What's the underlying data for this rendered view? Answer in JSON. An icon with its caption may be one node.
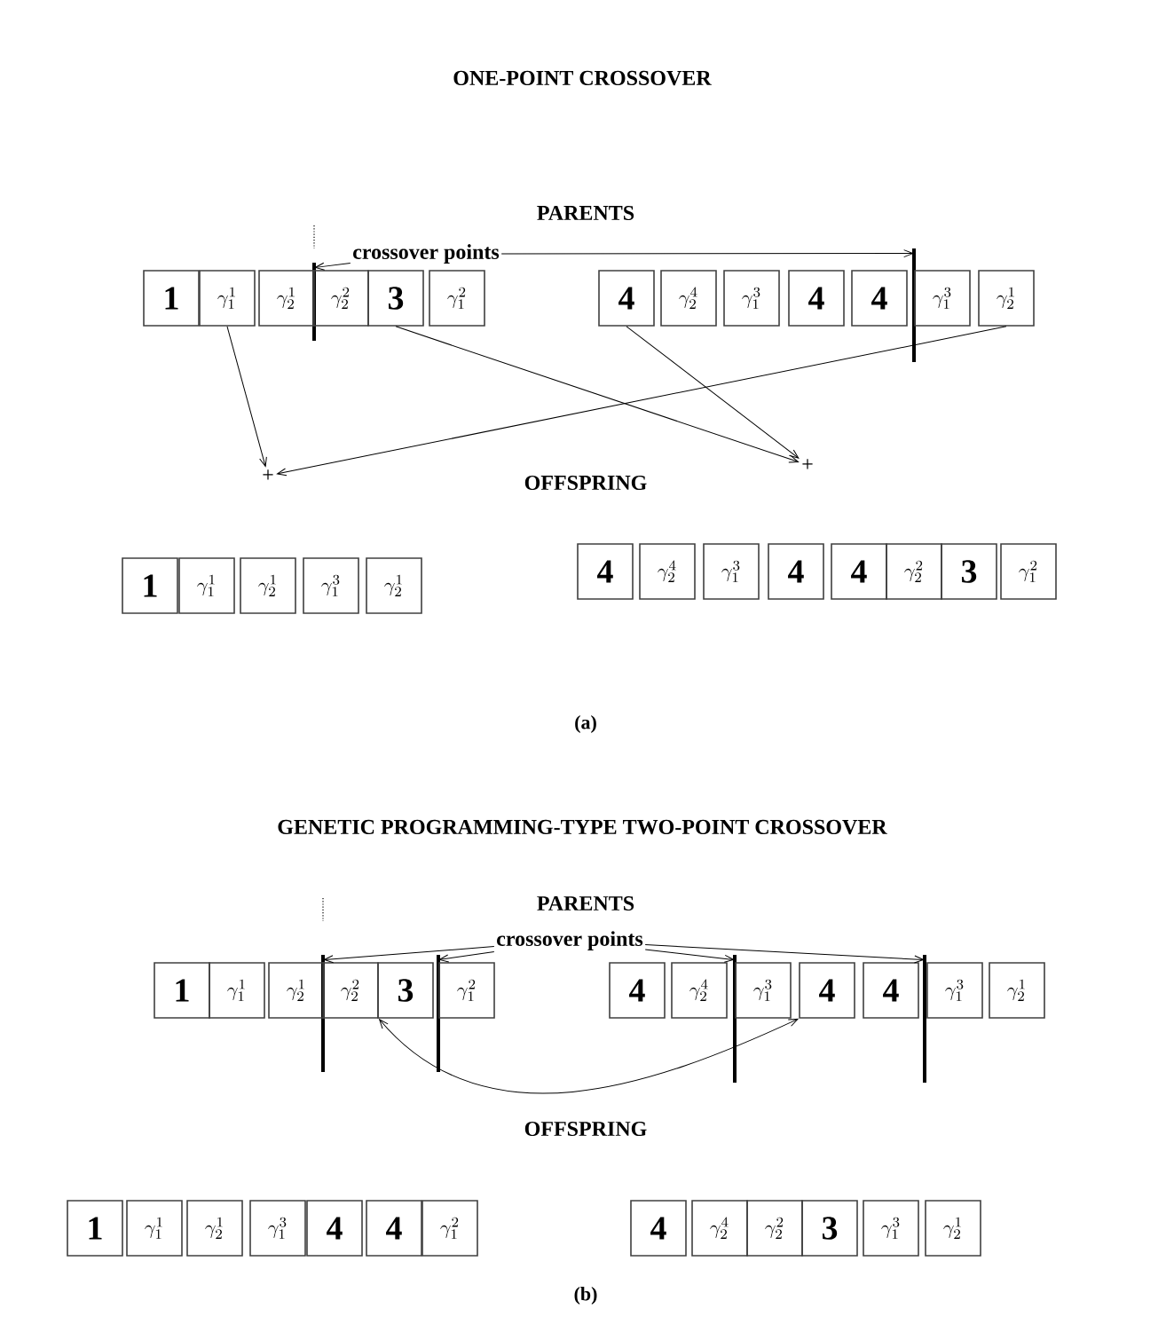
{
  "diagram": {
    "nodes": [
      {
        "text": [
          "crossover points"
        ]
      },
      {
        "text": [],
        "shape": "bar"
      },
      {
        "text": [],
        "shape": "bar"
      },
      {
        "text": [
          "1"
        ]
      },
      {
        "text": [
          "\\gamma^{1}_{1}"
        ]
      },
      {
        "text": [
          "\\gamma^{1}_{2}"
        ]
      },
      {
        "text": [
          "\\gamma^{2}_{2}"
        ]
      },
      {
        "text": [
          "3"
        ]
      },
      {
        "text": [
          "\\gamma^{2}_{1}"
        ]
      },
      {
        "text": [
          "4"
        ]
      },
      {
        "text": [
          "\\gamma^{4}_{2}"
        ]
      },
      {
        "text": [
          "\\gamma^{3}_{1}"
        ]
      },
      {
        "text": [
          "4"
        ]
      },
      {
        "text": [
          "4"
        ]
      },
      {
        "text": [
          "\\gamma^{3}_{1}"
        ]
      },
      {
        "text": [
          "\\gamma^{1}_{2}"
        ]
      },
      {
        "text": [
          "+"
        ]
      },
      {
        "text": [
          "+"
        ]
      },
      {
        "text": [
          "1"
        ]
      },
      {
        "text": [
          "\\gamma^{1}_{1}"
        ]
      },
      {
        "text": [
          "\\gamma^{1}_{2}"
        ]
      },
      {
        "text": [
          "\\gamma^{3}_{1}"
        ]
      },
      {
        "text": [
          "\\gamma^{1}_{2}"
        ]
      },
      {
        "text": [
          "4"
        ]
      },
      {
        "text": [
          "\\gamma^{4}_{2}"
        ]
      },
      {
        "text": [
          "\\gamma^{3}_{1}"
        ]
      },
      {
        "text": [
          "4"
        ]
      },
      {
        "text": [
          "4"
        ]
      },
      {
        "text": [
          "\\gamma^{2}_{2}"
        ]
      },
      {
        "text": [
          "3"
        ]
      },
      {
        "text": [
          "\\gamma^{2}_{1}"
        ]
      },
      {
        "text": [
          "crossover points"
        ]
      },
      {
        "text": [],
        "shape": "bar"
      },
      {
        "text": [],
        "shape": "bar"
      },
      {
        "text": [],
        "shape": "bar"
      },
      {
        "text": [],
        "shape": "bar"
      },
      {
        "text": [
          "1"
        ]
      },
      {
        "text": [
          "\\gamma^{1}_{1}"
        ]
      },
      {
        "text": [
          "\\gamma^{1}_{2}"
        ]
      },
      {
        "text": [
          "\\gamma^{2}_{2}"
        ]
      },
      {
        "text": [
          "3"
        ]
      },
      {
        "text": [
          "\\gamma^{2}_{1}"
        ]
      },
      {
        "text": [
          "4"
        ]
      },
      {
        "text": [
          "\\gamma^{4}_{2}"
        ]
      },
      {
        "text": [
          "\\gamma^{3}_{1}"
        ]
      },
      {
        "text": [
          "4"
        ]
      },
      {
        "text": [
          "4"
        ]
      },
      {
        "text": [
          "\\gamma^{3}_{1}"
        ]
      },
      {
        "text": [
          "\\gamma^{1}_{2}"
        ]
      },
      {
        "text": [
          "1"
        ]
      },
      {
        "text": [
          "\\gamma^{1}_{1}"
        ]
      },
      {
        "text": [
          "\\gamma^{1}_{2}"
        ]
      },
      {
        "text": [
          "\\gamma^{3}_{1}"
        ]
      },
      {
        "text": [
          "4"
        ]
      },
      {
        "text": [
          "4"
        ]
      },
      {
        "text": [
          "\\gamma^{2}_{1}"
        ]
      },
      {
        "text": [
          "4"
        ]
      },
      {
        "text": [
          "\\gamma^{4}_{2}"
        ]
      },
      {
        "text": [
          "\\gamma^{2}_{2}"
        ]
      },
      {
        "text": [
          "3"
        ]
      },
      {
        "text": [
          "\\gamma^{3}_{1}"
        ]
      },
      {
        "text": [
          "\\gamma^{1}_{2}"
        ]
      }
    ],
    "edges": [
      {
        "from": 0,
        "to": 1,
        "arrow": "to"
      },
      {
        "from": 0,
        "to": 2,
        "arrow": "to"
      },
      {
        "from": 4,
        "to": 16,
        "arrow": "to"
      },
      {
        "from": 15,
        "to": 16,
        "arrow": "to"
      },
      {
        "from": 7,
        "to": 17,
        "arrow": "to"
      },
      {
        "from": 9,
        "to": 17,
        "arrow": "to"
      },
      {
        "from": 31,
        "to": 32,
        "arrow": "to"
      },
      {
        "from": 31,
        "to": 33,
        "arrow": "to"
      },
      {
        "from": 31,
        "to": 34,
        "arrow": "to"
      },
      {
        "from": 31,
        "to": 35,
        "arrow": "to"
      },
      {
        "from": 39,
        "to": 45,
        "arrow": "both"
      }
    ],
    "labels": [
      "ONE-POINT CROSSOVER",
      "PARENTS",
      "OFFSPRING",
      "(a)",
      "GENETIC PROGRAMMING-TYPE TWO-POINT CROSSOVER",
      "PARENTS",
      "OFFSPRING",
      "(b)"
    ]
  }
}
